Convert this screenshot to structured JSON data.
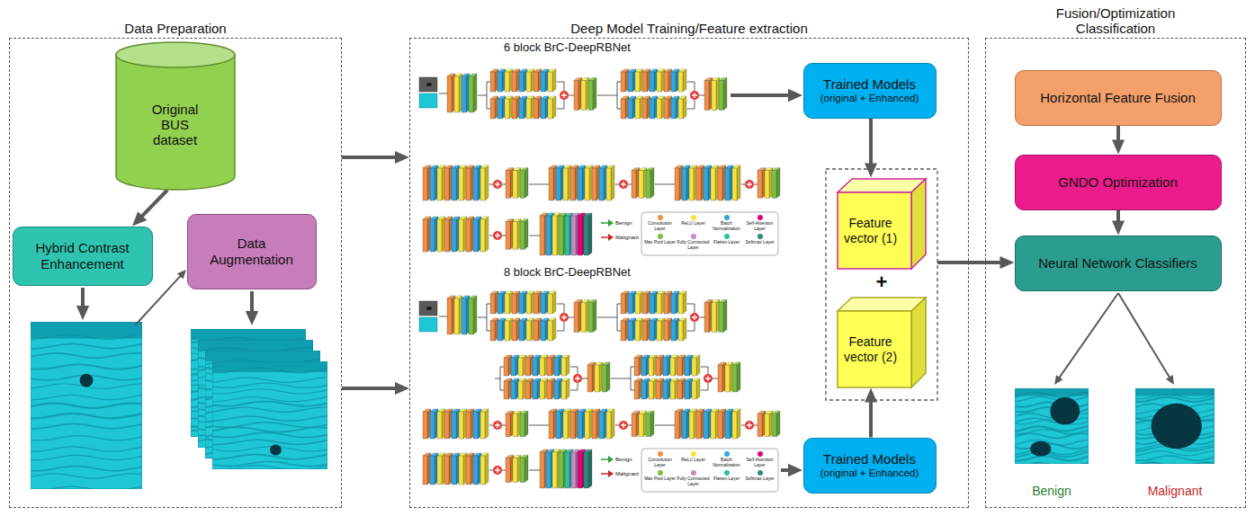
{
  "diagram": {
    "nodes": [
      {
        "text": [
          "Data Preparation"
        ]
      },
      {
        "text": [
          "Original BUS dataset"
        ],
        "in": 0
      },
      {
        "text": [
          "Hybrid Contrast Enhancement"
        ],
        "in": 0
      },
      {
        "text": [
          "Data Augmentation"
        ],
        "in": 0
      },
      {
        "text": [
          "Deep Model Training/Feature extraction"
        ]
      },
      {
        "text": [
          "Trained Models",
          "(original + Enhanced)"
        ],
        "in": 4
      },
      {
        "text": [
          "Feature vector (1)"
        ],
        "in": 4
      },
      {
        "text": [
          "Feature vector (2)"
        ],
        "in": 4
      },
      {
        "text": [
          "Trained Models",
          "(original + Enhanced)"
        ],
        "in": 4
      },
      {
        "text": [
          "Fusion/Optimization Classification"
        ]
      },
      {
        "text": [
          "Horizontal Feature Fusion"
        ],
        "in": 9
      },
      {
        "text": [
          "GNDO Optimization"
        ],
        "in": 9
      },
      {
        "text": [
          "Neural Network Classifiers"
        ],
        "in": 9
      }
    ],
    "edges": [
      {
        "from": 1,
        "to": 2,
        "arrow": "to"
      },
      {
        "from": 0,
        "to": 4,
        "arrow": "to"
      },
      {
        "from": 0,
        "to": 4,
        "arrow": "to"
      },
      {
        "from": 5,
        "to": 6,
        "arrow": "to"
      },
      {
        "from": 8,
        "to": 7,
        "arrow": "to"
      },
      {
        "from": 4,
        "to": 12,
        "arrow": "to"
      },
      {
        "from": 10,
        "to": 11,
        "arrow": "to"
      },
      {
        "from": 11,
        "to": 12,
        "arrow": "to"
      }
    ],
    "labels": [
      "6 block BrC-DeepRBNet",
      "+",
      "8 block BrC-DeepRBNet",
      "Benign",
      "Malignant"
    ],
    "legend": [
      {
        "text": "Benign"
      },
      {
        "text": "Malignant"
      },
      {
        "text": "Convolution Layer",
        "color": "#f28e45"
      },
      {
        "text": "ReLU Layer",
        "color": "#f7e43b"
      },
      {
        "text": "Batch Normalization",
        "color": "#2fa8e0"
      },
      {
        "text": "Self-Attention Layer",
        "color": "#e4007c"
      },
      {
        "text": "Max Pool Layer",
        "color": "#7ac143"
      },
      {
        "text": "Fully Connected Layer",
        "color": "#c98ac6"
      },
      {
        "text": "Flatten Layer",
        "color": "#2cbfa5"
      },
      {
        "text": "Softmax Layer",
        "color": "#2a8c7c"
      },
      {
        "text": "Benign"
      },
      {
        "text": "Malignant"
      },
      {
        "text": "Convolution Layer",
        "color": "#f28e45"
      },
      {
        "text": "ReLU Layer",
        "color": "#f7e43b"
      },
      {
        "text": "Batch Normalization",
        "color": "#2fa8e0"
      },
      {
        "text": "Self-Attention Layer",
        "color": "#e4007c"
      },
      {
        "text": "Max Pool Layer",
        "color": "#7ac143"
      },
      {
        "text": "Fully Connected Layer",
        "color": "#c98ac6"
      },
      {
        "text": "Flatten Layer",
        "color": "#2cbfa5"
      },
      {
        "text": "Softmax Layer",
        "color": "#2a8c7c"
      }
    ]
  }
}
